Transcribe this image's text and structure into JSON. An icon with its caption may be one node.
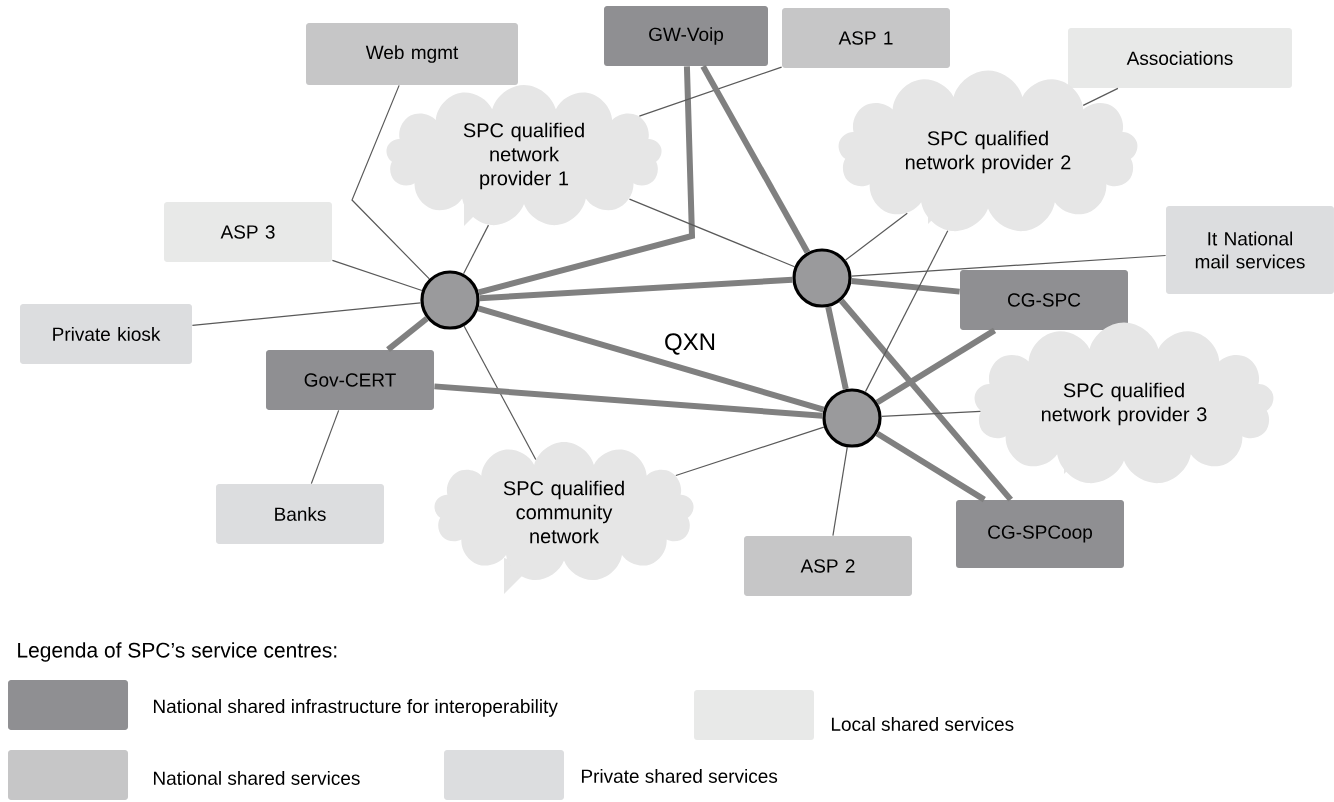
{
  "diagram": {
    "nodes": [
      {
        "text": [
          "Web mgmt"
        ]
      },
      {
        "text": [
          "GW-Voip"
        ]
      },
      {
        "text": [
          "ASP 1"
        ]
      },
      {
        "text": [
          "Associations"
        ]
      },
      {
        "text": [
          "SPC qualified network provider 1"
        ]
      },
      {
        "text": [
          "SPC qualified network provider 2"
        ]
      },
      {
        "text": [
          "ASP 3"
        ]
      },
      {
        "text": [
          "It National mail services"
        ]
      },
      {
        "text": [],
        "shape": "circle"
      },
      {
        "text": [],
        "shape": "circle"
      },
      {
        "text": [
          "CG-SPC"
        ]
      },
      {
        "text": [
          "Private kiosk"
        ]
      },
      {
        "text": [
          "Gov-CERT"
        ]
      },
      {
        "text": [
          "SPC qualified network provider 3"
        ]
      },
      {
        "text": [],
        "shape": "circle"
      },
      {
        "text": [
          "Banks"
        ]
      },
      {
        "text": [
          "SPC qualified community network"
        ]
      },
      {
        "text": [
          "ASP 2"
        ]
      },
      {
        "text": [
          "CG-SPCoop"
        ]
      }
    ],
    "edges": [
      {
        "from": 0,
        "to": 8,
        "arrow": "none"
      },
      {
        "from": 1,
        "to": 8,
        "arrow": "none",
        "style": "thick"
      },
      {
        "from": 4,
        "to": 8,
        "arrow": "none"
      },
      {
        "from": 6,
        "to": 8,
        "arrow": "none"
      },
      {
        "from": 11,
        "to": 8,
        "arrow": "none"
      },
      {
        "from": 8,
        "to": 9,
        "arrow": "none",
        "style": "thick"
      },
      {
        "from": 8,
        "to": 14,
        "arrow": "none",
        "style": "thick"
      },
      {
        "from": 8,
        "to": 12,
        "arrow": "none",
        "style": "thick"
      },
      {
        "from": 8,
        "to": 16,
        "arrow": "none"
      },
      {
        "from": 4,
        "to": 9,
        "arrow": "none"
      },
      {
        "from": 2,
        "to": 4,
        "arrow": "none"
      },
      {
        "from": 1,
        "to": 9,
        "arrow": "none",
        "style": "thick"
      },
      {
        "from": 5,
        "to": 9,
        "arrow": "none"
      },
      {
        "from": 7,
        "to": 9,
        "arrow": "none"
      },
      {
        "from": 10,
        "to": 9,
        "arrow": "none",
        "style": "thick"
      },
      {
        "from": 9,
        "to": 14,
        "arrow": "none",
        "style": "thick"
      },
      {
        "from": 9,
        "to": 18,
        "arrow": "none",
        "style": "thick"
      },
      {
        "from": 5,
        "to": 14,
        "arrow": "none"
      },
      {
        "from": 3,
        "to": 5,
        "arrow": "none"
      },
      {
        "from": 10,
        "to": 14,
        "arrow": "none",
        "style": "thick"
      },
      {
        "from": 13,
        "to": 14,
        "arrow": "none"
      },
      {
        "from": 14,
        "to": 17,
        "arrow": "none"
      },
      {
        "from": 14,
        "to": 18,
        "arrow": "none",
        "style": "thick"
      },
      {
        "from": 12,
        "to": 14,
        "arrow": "none",
        "style": "thick"
      },
      {
        "from": 16,
        "to": 14,
        "arrow": "none"
      },
      {
        "from": 12,
        "to": 15,
        "arrow": "none"
      }
    ],
    "labels": [
      "QXN",
      "Legenda of SPC’s service centres:"
    ],
    "legend": [
      {
        "text": "National shared infrastructure for interoperability",
        "color": "#8f8f92"
      },
      {
        "text": "Local shared services",
        "color": "#e8e9e8"
      },
      {
        "text": "National shared services",
        "color": "#c6c6c7"
      },
      {
        "text": "Private shared services",
        "color": "#dcdddf"
      }
    ]
  }
}
